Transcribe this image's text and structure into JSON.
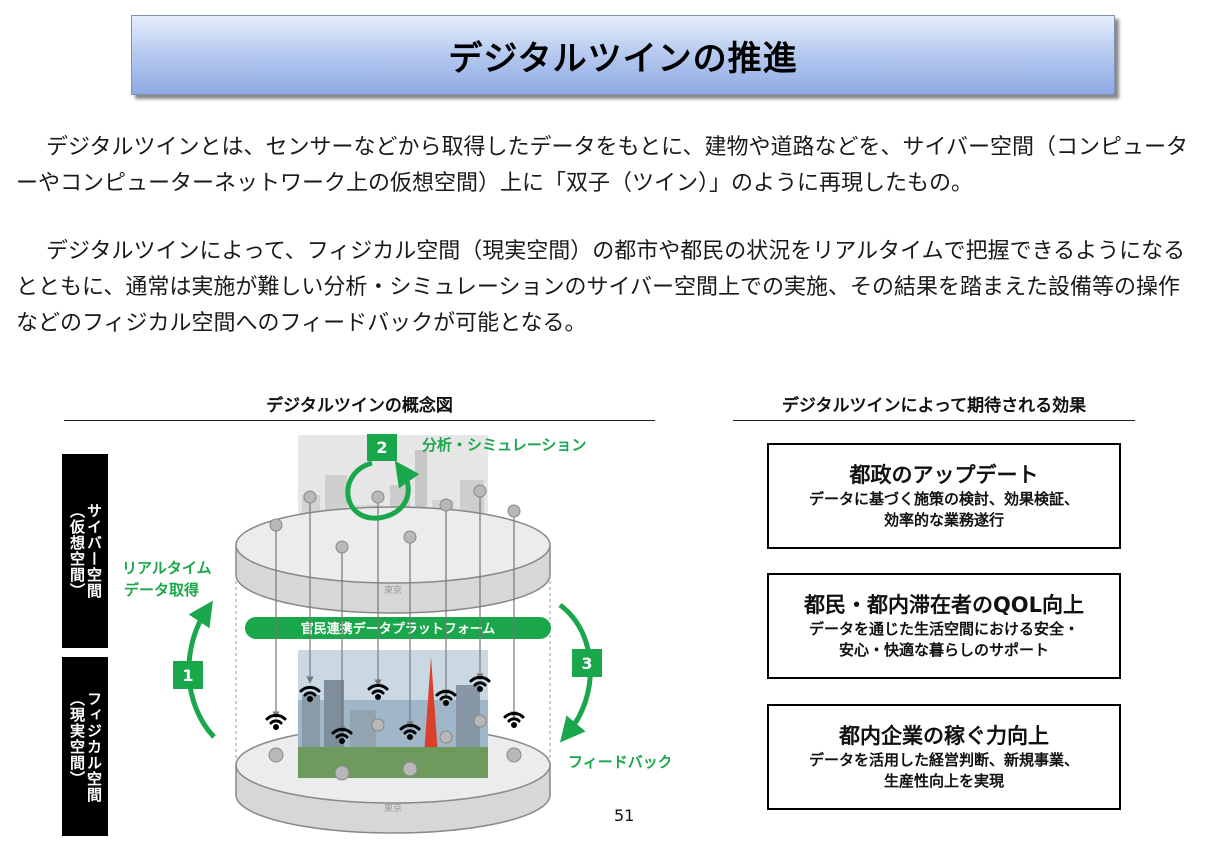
{
  "title": "デジタルツインの推進",
  "paragraphs": [
    "デジタルツインとは、センサーなどから取得したデータをもとに、建物や道路などを、サイバー空間（コンピューターやコンピューターネットワーク上の仮想空間）上に「双子（ツイン）」のように再現したもの。",
    "デジタルツインによって、フィジカル空間（現実空間）の都市や都民の状況をリアルタイムで把握できるようになるとともに、通常は実施が難しい分析・シミュレーションのサイバー空間上での実施、その結果を踏まえた設備等の操作などのフィジカル空間へのフィードバックが可能となる。"
  ],
  "diagram": {
    "heading": "デジタルツインの概念図",
    "cyber_label": "サイバー空間\n（仮想空間）",
    "physical_label": "フィジカル空間\n（現実空間）",
    "step1_number": "1",
    "step1_label_line1": "リアルタイム",
    "step1_label_line2": "データ取得",
    "step2_number": "2",
    "step2_label": "分析・シミュレーション",
    "step3_number": "3",
    "step3_label": "フィードバック",
    "platform_label": "官民連携データプラットフォーム",
    "disc_label_top": "東京",
    "disc_label_bottom": "東京",
    "accent_color": "#1aa64b"
  },
  "effects": {
    "heading": "デジタルツインによって期待される効果",
    "items": [
      {
        "title": "都政のアップデート",
        "desc": "データに基づく施策の検討、効果検証、\n効率的な業務遂行"
      },
      {
        "title": "都民・都内滞在者のQOL向上",
        "desc": "データを通じた生活空間における安全・\n安心・快適な暮らしのサポート"
      },
      {
        "title": "都内企業の稼ぐ力向上",
        "desc": "データを活用した経営判断、新規事業、\n生産性向上を実現"
      }
    ]
  },
  "page_number": "51"
}
